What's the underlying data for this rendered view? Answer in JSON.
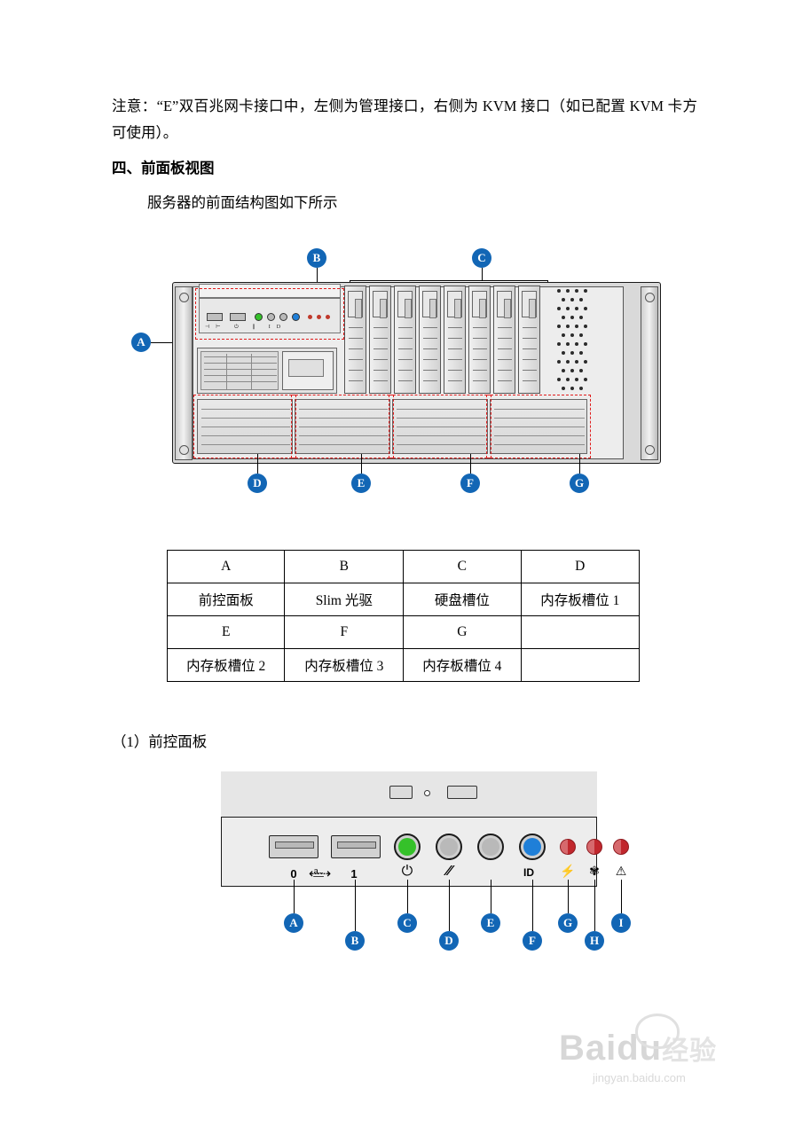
{
  "document": {
    "note": "注意：“E”双百兆网卡接口中，左侧为管理接口，右侧为 KVM 接口（如已配置 KVM 卡方可使用）。",
    "section_heading": "四、前面板视图",
    "paragraph": "服务器的前面结构图如下所示",
    "caption1": "（1）前控面板"
  },
  "figure1": {
    "callouts": [
      "A",
      "B",
      "C",
      "D",
      "E",
      "F",
      "G"
    ]
  },
  "table": {
    "rows": [
      [
        "A",
        "B",
        "C",
        "D"
      ],
      [
        "前控面板",
        "Slim 光驱",
        "硬盘槽位",
        "内存板槽位 1"
      ],
      [
        "E",
        "F",
        "G",
        ""
      ],
      [
        "内存板槽位 2",
        "内存板槽位 3",
        "内存板槽位 4",
        ""
      ]
    ]
  },
  "figure2": {
    "callouts": [
      "A",
      "B",
      "C",
      "D",
      "E",
      "F",
      "G",
      "H",
      "I"
    ],
    "labels": {
      "usb0": "0",
      "usb1": "1",
      "usb_icon": "usb-icon",
      "power_icon": "power-icon",
      "reset_icon": "reset-icon",
      "id_label": "ID",
      "led_power_icon": "power-led-icon",
      "led_fan_icon": "fan-led-icon",
      "led_alert_icon": "alert-led-icon"
    },
    "colors": {
      "power_button": "#35c12a",
      "id_button": "#1f7fd8",
      "gray_button": "#b9b9b9",
      "led_red": "#c1272d"
    }
  },
  "watermark": {
    "main": "Baidu",
    "cn": "经验",
    "sub": "jingyan.baidu.com"
  }
}
